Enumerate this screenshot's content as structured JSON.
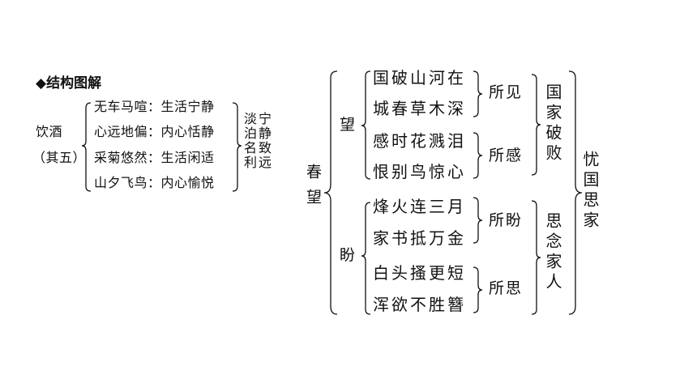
{
  "section_title": "◆结构图解",
  "left": {
    "poem_title": "饮酒",
    "poem_sub": "（其五）",
    "lines": [
      "无车马喧：生活宁静",
      "心远地偏：内心恬静",
      "采菊悠然：生活闲适",
      "山夕飞鸟：内心愉悦"
    ],
    "summary_col1": "宁静致远",
    "summary_col2": "淡泊名利"
  },
  "right": {
    "poem_title": "春望",
    "wang": {
      "label": "望",
      "group1": {
        "lines": [
          "国破山河在",
          "城春草木深"
        ],
        "label": "所见"
      },
      "group2": {
        "lines": [
          "感时花溅泪",
          "恨别鸟惊心"
        ],
        "label": "所感"
      },
      "summary": "国家破败"
    },
    "pan": {
      "label": "盼",
      "group1": {
        "lines": [
          "烽火连三月",
          "家书抵万金"
        ],
        "label": "所盼"
      },
      "group2": {
        "lines": [
          "白头搔更短",
          "浑欲不胜簪"
        ],
        "label": "所思"
      },
      "summary": "思念家人"
    },
    "theme": "忧国思家"
  }
}
